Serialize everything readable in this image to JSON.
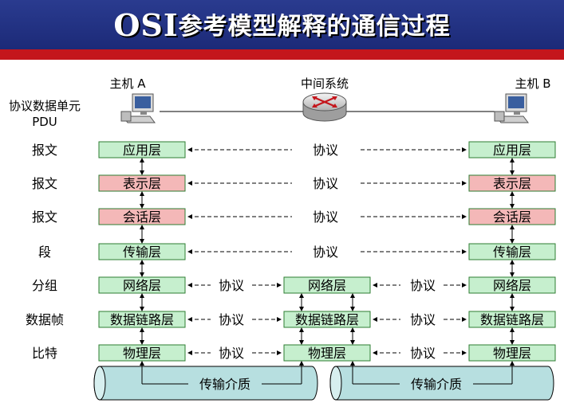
{
  "title": {
    "prefix": "OSI",
    "rest": "参考模型解释的通信过程"
  },
  "pdu_header": {
    "line1": "协议数据单元",
    "line2": "PDU"
  },
  "hosts": {
    "a": "主机 A",
    "middle": "中间系统",
    "b": "主机 B"
  },
  "layers": [
    {
      "name": "应用层",
      "pdu": "报文",
      "color": "#c6efce",
      "via_middle": false
    },
    {
      "name": "表示层",
      "pdu": "报文",
      "color": "#f4b8b8",
      "via_middle": false
    },
    {
      "name": "会话层",
      "pdu": "报文",
      "color": "#f4b8b8",
      "via_middle": false
    },
    {
      "name": "传输层",
      "pdu": "段",
      "color": "#c6efce",
      "via_middle": false
    },
    {
      "name": "网络层",
      "pdu": "分组",
      "color": "#c6efce",
      "via_middle": true
    },
    {
      "name": "数据链路层",
      "pdu": "数据帧",
      "color": "#c6efce",
      "via_middle": true
    },
    {
      "name": "物理层",
      "pdu": "比特",
      "color": "#c6efce",
      "via_middle": true
    }
  ],
  "protocol_label": "协议",
  "medium_label": "传输介质",
  "colors": {
    "header": "#1c2a78",
    "accent_bar": "#c4161c",
    "medium": "#b7dfe0"
  }
}
